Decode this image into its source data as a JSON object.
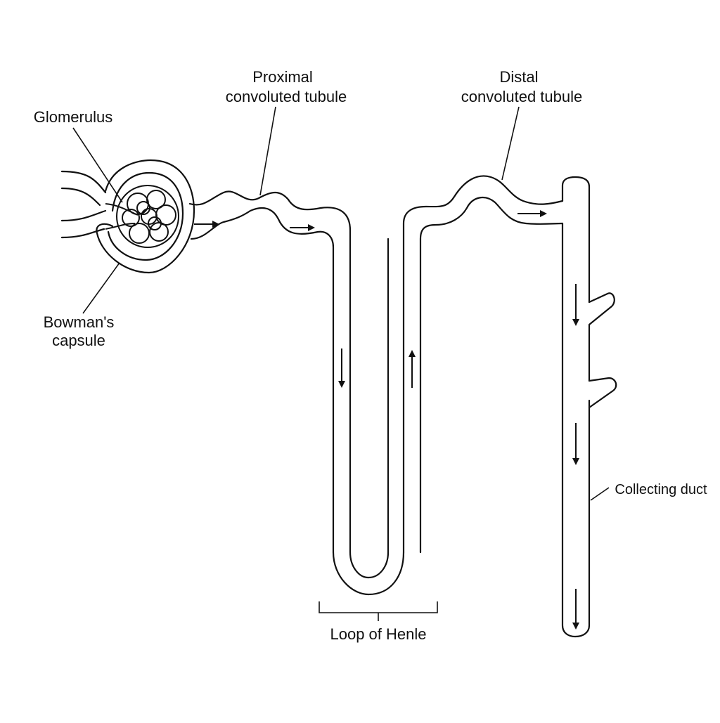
{
  "labels": {
    "glomerulus": "Glomerulus",
    "pct_line1": "Proximal",
    "pct_line2": "convoluted tubule",
    "dct_line1": "Distal",
    "dct_line2": "convoluted tubule",
    "bowman_line1": "Bowman's",
    "bowman_line2": "capsule",
    "loop": "Loop of Henle",
    "collecting": "Collecting duct"
  },
  "colors": {
    "ink": "#111111",
    "background": "#ffffff"
  }
}
